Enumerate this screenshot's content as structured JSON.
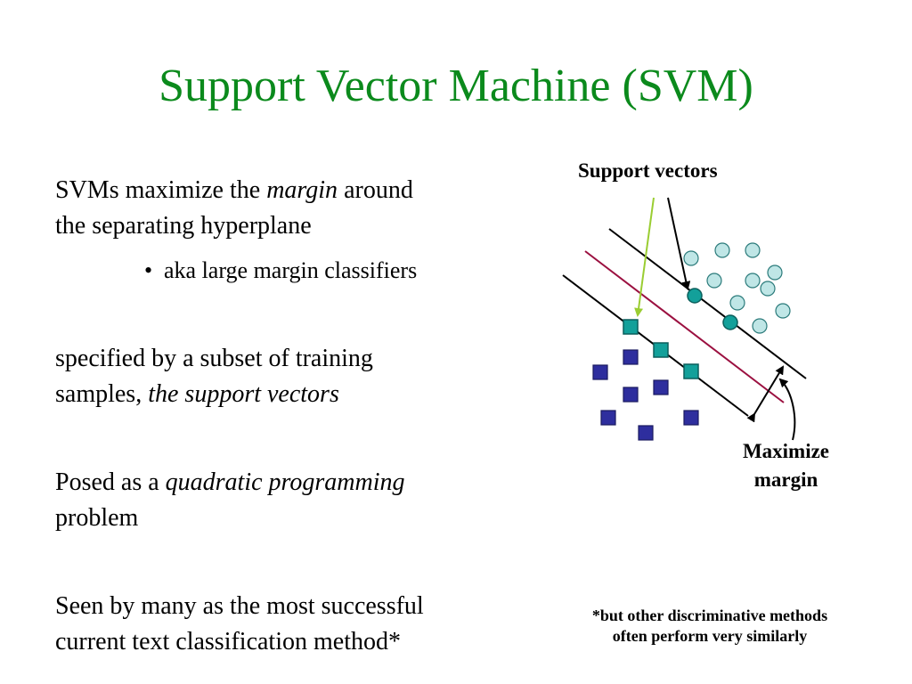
{
  "slide": {
    "title": "Support Vector Machine (SVM)"
  },
  "bullets": {
    "p1_a": "SVMs maximize the ",
    "p1_em": "margin",
    "p1_b": " around",
    "p1_c": "the separating hyperplane",
    "sub_bullet": "aka large margin classifiers",
    "p2_a": "specified by a subset of training",
    "p2_b": "samples, ",
    "p2_em": "the support vectors",
    "p3_a": "Posed as a ",
    "p3_em": "quadratic programming",
    "p3_b": "problem",
    "p4_a": "Seen by many as the most successful",
    "p4_b": "current text classification method*"
  },
  "diagram": {
    "support_vectors_label": "Support vectors",
    "maximize_margin_line1": "Maximize",
    "maximize_margin_line2": "margin",
    "colors": {
      "title_green": "#0b8a1c",
      "hyperplane": "#9b1040",
      "pointer_green": "#9acd32",
      "teal": "#13a09a",
      "light_circle": "#bfe6e6",
      "navy_square": "#2e2e9e"
    }
  },
  "footnote": {
    "line1": "*but other discriminative methods",
    "line2": "often perform very similarly"
  }
}
